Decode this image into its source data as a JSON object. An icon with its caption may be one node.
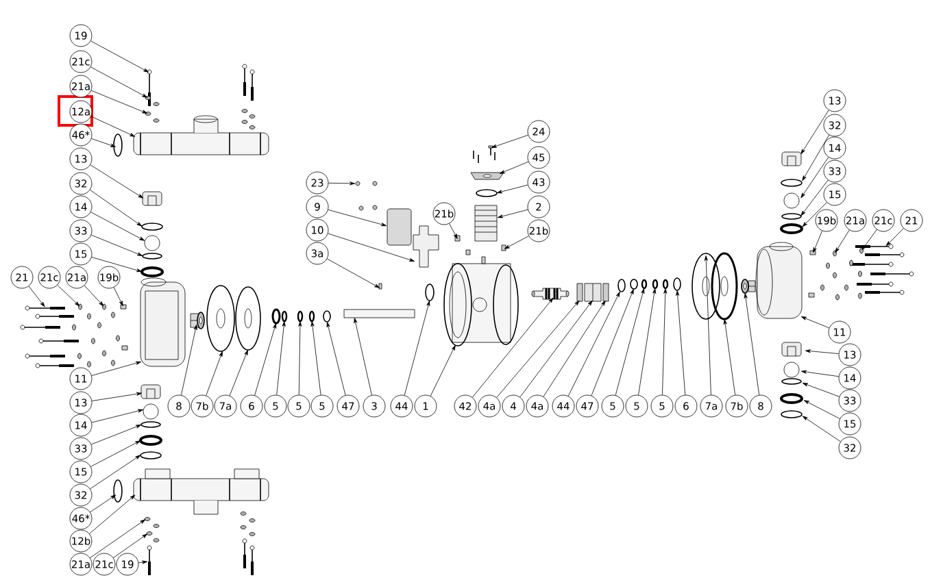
{
  "diagram": {
    "nodes": [
      {
        "text": [
          "19"
        ]
      },
      {
        "text": [
          "21c"
        ]
      },
      {
        "text": [
          "21a"
        ]
      },
      {
        "text": [
          "12a"
        ]
      },
      {
        "text": [
          "46*"
        ]
      },
      {
        "text": [
          "13"
        ]
      },
      {
        "text": [
          "32"
        ]
      },
      {
        "text": [
          "14"
        ]
      },
      {
        "text": [
          "33"
        ]
      },
      {
        "text": [
          "15"
        ]
      },
      {
        "text": [
          "21"
        ]
      },
      {
        "text": [
          "21c"
        ]
      },
      {
        "text": [
          "21a"
        ]
      },
      {
        "text": [
          "19b"
        ]
      },
      {
        "text": [
          "11"
        ]
      },
      {
        "text": [
          "13"
        ]
      },
      {
        "text": [
          "14"
        ]
      },
      {
        "text": [
          "33"
        ]
      },
      {
        "text": [
          "15"
        ]
      },
      {
        "text": [
          "32"
        ]
      },
      {
        "text": [
          "46*"
        ]
      },
      {
        "text": [
          "12b"
        ]
      },
      {
        "text": [
          "21a"
        ]
      },
      {
        "text": [
          "21c"
        ]
      },
      {
        "text": [
          "19"
        ]
      },
      {
        "text": [
          "8"
        ]
      },
      {
        "text": [
          "7b"
        ]
      },
      {
        "text": [
          "7a"
        ]
      },
      {
        "text": [
          "6"
        ]
      },
      {
        "text": [
          "5"
        ]
      },
      {
        "text": [
          "5"
        ]
      },
      {
        "text": [
          "5"
        ]
      },
      {
        "text": [
          "47"
        ]
      },
      {
        "text": [
          "3"
        ]
      },
      {
        "text": [
          "44"
        ]
      },
      {
        "text": [
          "1"
        ]
      },
      {
        "text": [
          "42"
        ]
      },
      {
        "text": [
          "4a"
        ]
      },
      {
        "text": [
          "4"
        ]
      },
      {
        "text": [
          "4a"
        ]
      },
      {
        "text": [
          "44"
        ]
      },
      {
        "text": [
          "47"
        ]
      },
      {
        "text": [
          "5"
        ]
      },
      {
        "text": [
          "5"
        ]
      },
      {
        "text": [
          "5"
        ]
      },
      {
        "text": [
          "6"
        ]
      },
      {
        "text": [
          "7a"
        ]
      },
      {
        "text": [
          "7b"
        ]
      },
      {
        "text": [
          "8"
        ]
      },
      {
        "text": [
          "23"
        ]
      },
      {
        "text": [
          "9"
        ]
      },
      {
        "text": [
          "10"
        ]
      },
      {
        "text": [
          "3a"
        ]
      },
      {
        "text": [
          "21b"
        ]
      },
      {
        "text": [
          "24"
        ]
      },
      {
        "text": [
          "45"
        ]
      },
      {
        "text": [
          "43"
        ]
      },
      {
        "text": [
          "2"
        ]
      },
      {
        "text": [
          "21b"
        ]
      },
      {
        "text": [
          "13"
        ]
      },
      {
        "text": [
          "32"
        ]
      },
      {
        "text": [
          "14"
        ]
      },
      {
        "text": [
          "33"
        ]
      },
      {
        "text": [
          "15"
        ]
      },
      {
        "text": [
          "19b"
        ]
      },
      {
        "text": [
          "21a"
        ]
      },
      {
        "text": [
          "21c"
        ]
      },
      {
        "text": [
          "21"
        ]
      },
      {
        "text": [
          "11"
        ]
      },
      {
        "text": [
          "13"
        ]
      },
      {
        "text": [
          "14"
        ]
      },
      {
        "text": [
          "33"
        ]
      },
      {
        "text": [
          "15"
        ]
      },
      {
        "text": [
          "32"
        ]
      },
      {
        "text": [],
        "shape": "picture"
      },
      {
        "text": [],
        "shape": "circle"
      },
      {
        "text": [],
        "shape": "circle"
      },
      {
        "text": [],
        "shape": "picture"
      },
      {
        "text": [],
        "shape": "circle"
      },
      {
        "text": [],
        "shape": "picture"
      },
      {
        "text": [],
        "shape": "circle"
      },
      {
        "text": [],
        "shape": "circle"
      },
      {
        "text": [],
        "shape": "circle"
      },
      {
        "text": [],
        "shape": "circle"
      },
      {
        "text": [],
        "shape": "picture"
      },
      {
        "text": [],
        "shape": "circle"
      },
      {
        "text": [],
        "shape": "circle"
      },
      {
        "text": [],
        "shape": "box"
      },
      {
        "text": [],
        "shape": "picture"
      },
      {
        "text": [],
        "shape": "picture"
      },
      {
        "text": [],
        "shape": "circle"
      },
      {
        "text": [],
        "shape": "circle"
      },
      {
        "text": [],
        "shape": "circle"
      },
      {
        "text": [],
        "shape": "circle"
      },
      {
        "text": [],
        "shape": "circle"
      },
      {
        "text": [],
        "shape": "picture"
      },
      {
        "text": [],
        "shape": "circle"
      },
      {
        "text": [],
        "shape": "circle"
      },
      {
        "text": [],
        "shape": "picture"
      },
      {
        "text": [],
        "shape": "picture"
      },
      {
        "text": [],
        "shape": "circle"
      },
      {
        "text": [],
        "shape": "circle"
      },
      {
        "text": [],
        "shape": "circle"
      },
      {
        "text": [],
        "shape": "circle"
      },
      {
        "text": [],
        "shape": "circle"
      },
      {
        "text": [],
        "shape": "circle"
      },
      {
        "text": [],
        "shape": "circle"
      },
      {
        "text": [],
        "shape": "box"
      },
      {
        "text": [],
        "shape": "circle"
      },
      {
        "text": [],
        "shape": "picture"
      },
      {
        "text": [],
        "shape": "picture"
      },
      {
        "text": [],
        "shape": "box"
      },
      {
        "text": [],
        "shape": "picture"
      },
      {
        "text": [],
        "shape": "box"
      },
      {
        "text": [],
        "shape": "circle"
      },
      {
        "text": [],
        "shape": "circle"
      },
      {
        "text": [],
        "shape": "circle"
      },
      {
        "text": [],
        "shape": "circle"
      },
      {
        "text": [],
        "shape": "circle"
      },
      {
        "text": [],
        "shape": "circle"
      },
      {
        "text": [],
        "shape": "circle"
      },
      {
        "text": [],
        "shape": "circle"
      },
      {
        "text": [],
        "shape": "picture"
      },
      {
        "text": [],
        "shape": "circle"
      },
      {
        "text": [],
        "shape": "box"
      },
      {
        "text": [],
        "shape": "picture"
      },
      {
        "text": [],
        "shape": "box"
      },
      {
        "text": [],
        "shape": "box"
      },
      {
        "text": [],
        "shape": "picture"
      },
      {
        "text": [],
        "shape": "picture"
      },
      {
        "text": [],
        "shape": "circle"
      },
      {
        "text": [],
        "shape": "picture"
      },
      {
        "text": [],
        "shape": "box"
      },
      {
        "text": [],
        "shape": "picture"
      },
      {
        "text": [],
        "shape": "circle"
      },
      {
        "text": [],
        "shape": "circle"
      },
      {
        "text": [],
        "shape": "circle"
      },
      {
        "text": [],
        "shape": "circle"
      },
      {
        "text": [],
        "shape": "box"
      },
      {
        "text": [],
        "shape": "circle"
      },
      {
        "text": [],
        "shape": "circle"
      },
      {
        "text": [],
        "shape": "picture"
      },
      {
        "text": [],
        "shape": "picture"
      },
      {
        "text": [],
        "shape": "picture"
      },
      {
        "text": [],
        "shape": "circle"
      },
      {
        "text": [],
        "shape": "circle"
      },
      {
        "text": [],
        "shape": "circle"
      },
      {
        "text": [],
        "shape": "circle"
      }
    ],
    "edges": [
      {
        "from": 0,
        "to": 74,
        "arrow": "to"
      },
      {
        "from": 1,
        "to": 75,
        "arrow": "to"
      },
      {
        "from": 2,
        "to": 76,
        "arrow": "to"
      },
      {
        "from": 3,
        "to": 77,
        "arrow": "to"
      },
      {
        "from": 4,
        "to": 78,
        "arrow": "to"
      },
      {
        "from": 5,
        "to": 79,
        "arrow": "to"
      },
      {
        "from": 6,
        "to": 80,
        "arrow": "to"
      },
      {
        "from": 7,
        "to": 81,
        "arrow": "to"
      },
      {
        "from": 8,
        "to": 82,
        "arrow": "to"
      },
      {
        "from": 9,
        "to": 83,
        "arrow": "to"
      },
      {
        "from": 10,
        "to": 84,
        "arrow": "to"
      },
      {
        "from": 11,
        "to": 85,
        "arrow": "to"
      },
      {
        "from": 12,
        "to": 86,
        "arrow": "to"
      },
      {
        "from": 13,
        "to": 87,
        "arrow": "to"
      },
      {
        "from": 14,
        "to": 88,
        "arrow": "to"
      },
      {
        "from": 15,
        "to": 89,
        "arrow": "to"
      },
      {
        "from": 16,
        "to": 90,
        "arrow": "to"
      },
      {
        "from": 17,
        "to": 91,
        "arrow": "to"
      },
      {
        "from": 18,
        "to": 92,
        "arrow": "to"
      },
      {
        "from": 19,
        "to": 93,
        "arrow": "to"
      },
      {
        "from": 20,
        "to": 94,
        "arrow": "to"
      },
      {
        "from": 21,
        "to": 95,
        "arrow": "to"
      },
      {
        "from": 22,
        "to": 96,
        "arrow": "to"
      },
      {
        "from": 23,
        "to": 97,
        "arrow": "to"
      },
      {
        "from": 24,
        "to": 98,
        "arrow": "to"
      },
      {
        "from": 25,
        "to": 99,
        "arrow": "to"
      },
      {
        "from": 26,
        "to": 100,
        "arrow": "to"
      },
      {
        "from": 27,
        "to": 101,
        "arrow": "to"
      },
      {
        "from": 28,
        "to": 102,
        "arrow": "to"
      },
      {
        "from": 29,
        "to": 103,
        "arrow": "to"
      },
      {
        "from": 30,
        "to": 104,
        "arrow": "to"
      },
      {
        "from": 31,
        "to": 105,
        "arrow": "to"
      },
      {
        "from": 32,
        "to": 106,
        "arrow": "to"
      },
      {
        "from": 33,
        "to": 107,
        "arrow": "to"
      },
      {
        "from": 34,
        "to": 108,
        "arrow": "to"
      },
      {
        "from": 35,
        "to": 109,
        "arrow": "to"
      },
      {
        "from": 36,
        "to": 110,
        "arrow": "to"
      },
      {
        "from": 37,
        "to": 111,
        "arrow": "to"
      },
      {
        "from": 38,
        "to": 112,
        "arrow": "to"
      },
      {
        "from": 39,
        "to": 113,
        "arrow": "to"
      },
      {
        "from": 40,
        "to": 114,
        "arrow": "to"
      },
      {
        "from": 41,
        "to": 115,
        "arrow": "to"
      },
      {
        "from": 42,
        "to": 116,
        "arrow": "to"
      },
      {
        "from": 43,
        "to": 117,
        "arrow": "to"
      },
      {
        "from": 44,
        "to": 118,
        "arrow": "to"
      },
      {
        "from": 45,
        "to": 119,
        "arrow": "to"
      },
      {
        "from": 46,
        "to": 120,
        "arrow": "to"
      },
      {
        "from": 47,
        "to": 121,
        "arrow": "to"
      },
      {
        "from": 48,
        "to": 122,
        "arrow": "to"
      },
      {
        "from": 49,
        "to": 123,
        "arrow": "to"
      },
      {
        "from": 50,
        "to": 124,
        "arrow": "to"
      },
      {
        "from": 51,
        "to": 125,
        "arrow": "to"
      },
      {
        "from": 52,
        "to": 126,
        "arrow": "to"
      },
      {
        "from": 53,
        "to": 127,
        "arrow": "to"
      },
      {
        "from": 54,
        "to": 128,
        "arrow": "to"
      },
      {
        "from": 55,
        "to": 129,
        "arrow": "to"
      },
      {
        "from": 56,
        "to": 130,
        "arrow": "to"
      },
      {
        "from": 57,
        "to": 131,
        "arrow": "to"
      },
      {
        "from": 58,
        "to": 132,
        "arrow": "to"
      },
      {
        "from": 59,
        "to": 133,
        "arrow": "to"
      },
      {
        "from": 60,
        "to": 134,
        "arrow": "to"
      },
      {
        "from": 61,
        "to": 135,
        "arrow": "to"
      },
      {
        "from": 62,
        "to": 136,
        "arrow": "to"
      },
      {
        "from": 63,
        "to": 137,
        "arrow": "to"
      },
      {
        "from": 64,
        "to": 138,
        "arrow": "to"
      },
      {
        "from": 65,
        "to": 139,
        "arrow": "to"
      },
      {
        "from": 66,
        "to": 140,
        "arrow": "to"
      },
      {
        "from": 67,
        "to": 141,
        "arrow": "to"
      },
      {
        "from": 68,
        "to": 142,
        "arrow": "to"
      },
      {
        "from": 69,
        "to": 143,
        "arrow": "to"
      },
      {
        "from": 70,
        "to": 144,
        "arrow": "to"
      },
      {
        "from": 71,
        "to": 145,
        "arrow": "to"
      },
      {
        "from": 72,
        "to": 146,
        "arrow": "to"
      },
      {
        "from": 73,
        "to": 147,
        "arrow": "to"
      }
    ]
  }
}
